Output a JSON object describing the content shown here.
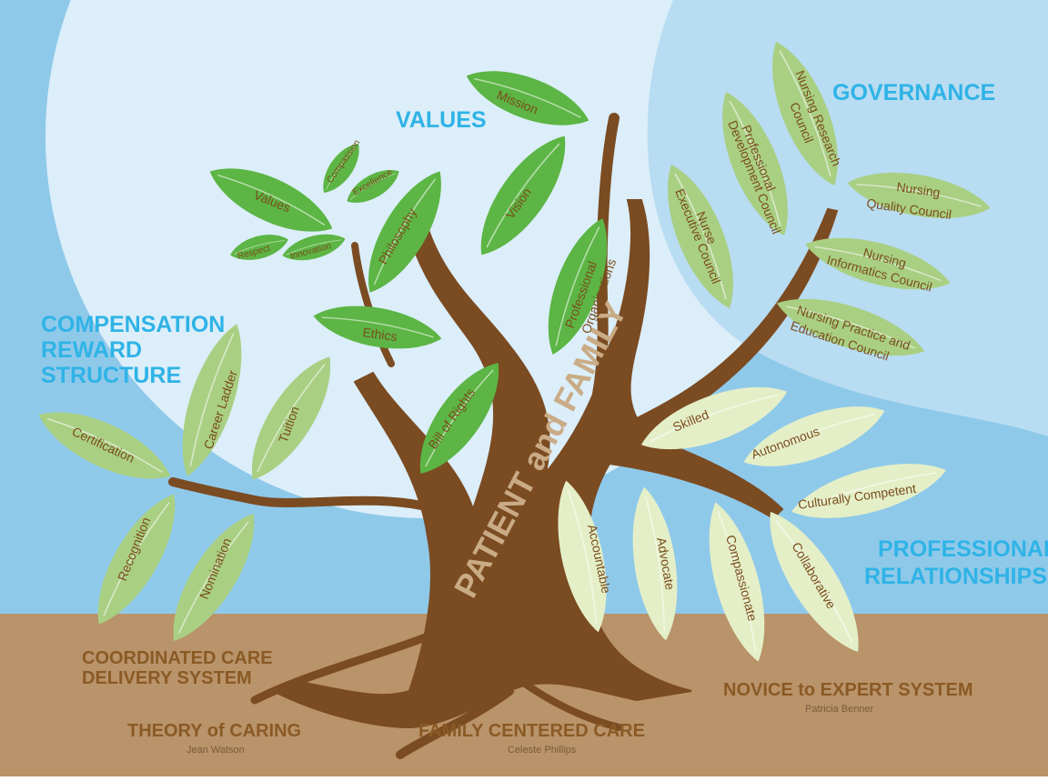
{
  "colors": {
    "sky": "#8fc9ea",
    "light_circle": "#dbeef9",
    "soil": "#b9936a",
    "trunk": "#7b4b22",
    "leaf_dark": "#5cb544",
    "leaf_light_green": "#a9cf83",
    "leaf_pale": "#e4efc8",
    "heading": "#2fb3e6",
    "leaf_text": "#7a4d1c"
  },
  "headings": {
    "values": "VALUES",
    "governance": "GOVERNANCE",
    "compensation": [
      "COMPENSATION",
      "REWARD",
      "STRUCTURE"
    ],
    "professional": [
      "PROFESSIONAL",
      "RELATIONSHIPS"
    ]
  },
  "trunk_label": "PATIENT and FAMILY",
  "ground_labels": {
    "coordinated": [
      "COORDINATED CARE",
      "DELIVERY SYSTEM"
    ],
    "theory": "THEORY of CARING",
    "theory_credit": "Jean Watson",
    "family": "FAMILY CENTERED CARE",
    "family_credit": "Celeste Phillips",
    "novice": "NOVICE to EXPERT SYSTEM",
    "novice_credit": "Patricia Benner"
  },
  "leaves": {
    "values_group": [
      "Mission",
      "Values",
      "Compassion",
      "Excellence",
      "Respect",
      "Innovation",
      "Philosophy",
      "Vision",
      "Ethics",
      "Bill of Rights"
    ],
    "professional_organizations": [
      "Professional",
      "Organizations"
    ],
    "governance_group": {
      "research": [
        "Nursing Research",
        "Council"
      ],
      "development": [
        "Professional",
        "Development Council"
      ],
      "executive": [
        "Nurse",
        "Executive Council"
      ],
      "quality": [
        "Nursing",
        "Quality Council"
      ],
      "informatics": [
        "Nursing",
        "Informatics Council"
      ],
      "practice": [
        "Nursing Practice and",
        "Education Council"
      ]
    },
    "compensation_group": [
      "Certification",
      "Career Ladder",
      "Tuition",
      "Recognition",
      "Nomination"
    ],
    "relationships_group": [
      "Skilled",
      "Autonomous",
      "Culturally Competent",
      "Accountable",
      "Advocate",
      "Compassionate",
      "Collaborative"
    ]
  }
}
